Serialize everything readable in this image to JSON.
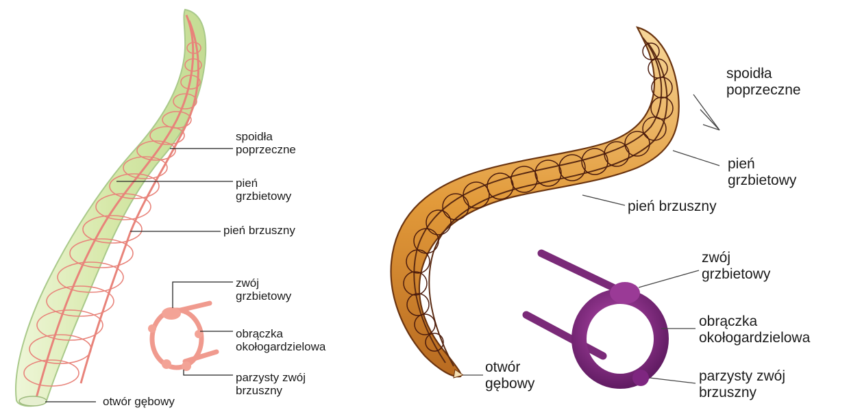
{
  "left_diagram": {
    "labels": {
      "spoidla": [
        "spoidła",
        "poprzeczne"
      ],
      "pien_grzbietowy": [
        "pień",
        "grzbietowy"
      ],
      "pien_brzuszny": [
        "pień brzuszny"
      ],
      "zwoj_grzbietowy": [
        "zwój",
        "grzbietowy"
      ],
      "obraczka": [
        "obrączka",
        "okołogardzielowa"
      ],
      "parzysty": [
        "parzysty zwój",
        "brzuszny"
      ],
      "otwor": [
        "otwór gębowy"
      ]
    },
    "colors": {
      "body_fill": "#dcebb8",
      "body_edge": "#a9c98a",
      "nerve": "#e8837a",
      "ring": "#f09a8e"
    }
  },
  "right_diagram": {
    "labels": {
      "spoidla": [
        "spoidła",
        "poprzeczne"
      ],
      "pien_grzbietowy": [
        "pień",
        "grzbietowy"
      ],
      "pien_brzuszny": [
        "pień brzuszny"
      ],
      "zwoj_grzbietowy": [
        "zwój",
        "grzbietowy"
      ],
      "obraczka": [
        "obrączka",
        "okołogardzielowa"
      ],
      "parzysty": [
        "parzysty zwój",
        "brzuszny"
      ],
      "otwor": [
        "otwór",
        "gębowy"
      ]
    },
    "colors": {
      "body_fill": "#e9a64a",
      "body_edge": "#6a3410",
      "nerve": "#5a2a12",
      "ring": "#8e2a8a"
    }
  }
}
